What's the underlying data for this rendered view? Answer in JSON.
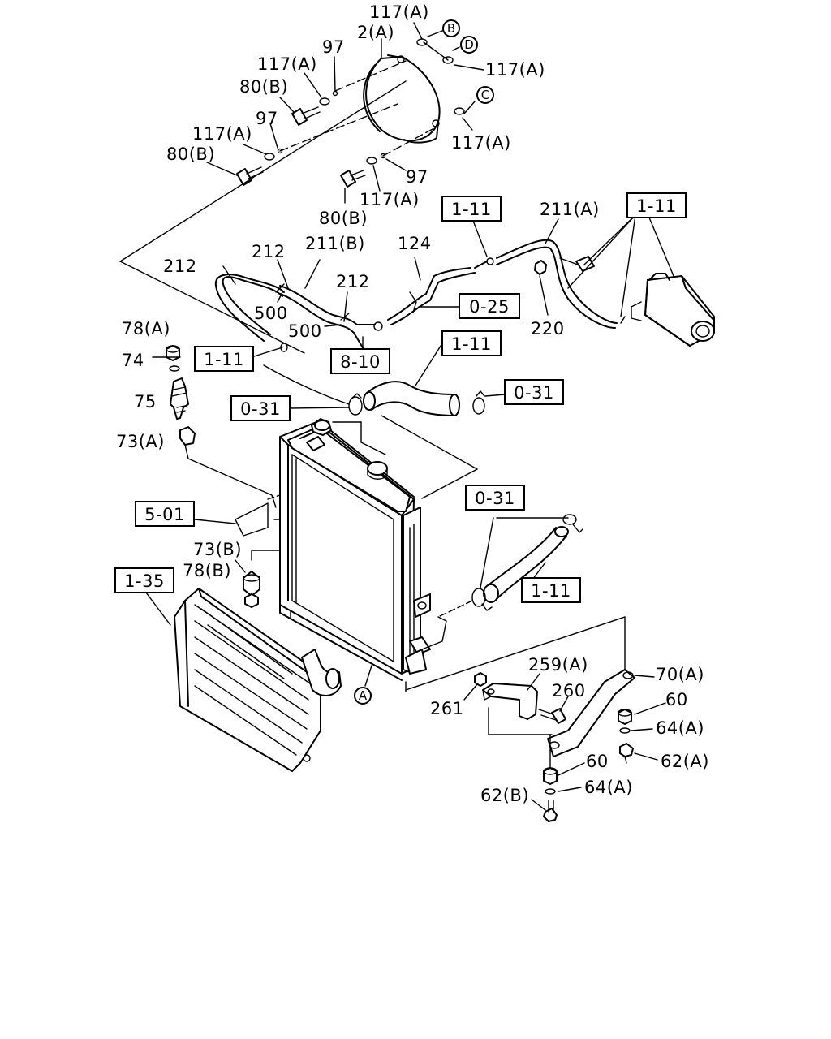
{
  "parts": {
    "p117A_top": "117(A)",
    "p2A": "2(A)",
    "p97_top": "97",
    "p117A_left1": "117(A)",
    "p80B_1": "80(B)",
    "p97_mid": "97",
    "p117A_left2": "117(A)",
    "p80B_2": "80(B)",
    "p117A_right1": "117(A)",
    "p117A_right2": "117(A)",
    "p97_low": "97",
    "p117A_low": "117(A)",
    "p80B_3": "80(B)",
    "p211A": "211(A)",
    "p124": "124",
    "p212_a": "212",
    "p211B": "211(B)",
    "p212_b": "212",
    "p212_c": "212",
    "p500_a": "500",
    "p500_b": "500",
    "p220": "220",
    "p78A": "78(A)",
    "p74": "74",
    "p75": "75",
    "p73A": "73(A)",
    "p73B": "73(B)",
    "p78B": "78(B)",
    "p259A": "259(A)",
    "p70A": "70(A)",
    "p260": "260",
    "p261": "261",
    "p60_a": "60",
    "p64A_a": "64(A)",
    "p62A": "62(A)",
    "p60_b": "60",
    "p64A_b": "64(A)",
    "p62B": "62(B)"
  },
  "refs": {
    "r1_11_top": "1-11",
    "r1_11_topright": "1-11",
    "r0_25": "0-25",
    "r1_11_left": "1-11",
    "r8_10": "8-10",
    "r1_11_hose": "1-11",
    "r0_31_left": "0-31",
    "r0_31_right": "0-31",
    "r5_01": "5-01",
    "r0_31_lower": "0-31",
    "r1_11_lower": "1-11",
    "r1_35": "1-35"
  },
  "markers": {
    "B": "B",
    "D": "D",
    "C": "C",
    "A": "A"
  }
}
